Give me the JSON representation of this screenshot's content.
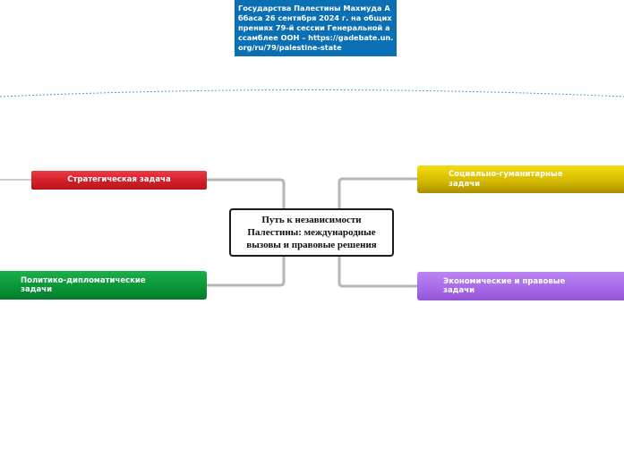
{
  "note": {
    "text": "Государства Палестины Махмуда Аббаса 26 сентября 2024 г. на общих прениях 79-й сессии Генеральной ассамблее ООН – https://gadebate.un.org/ru/79/palestine-state"
  },
  "central_topic": {
    "text": "Путь к независимости Палестины: международные вызовы и правовые решения"
  },
  "branches": {
    "strategic": "Стратегическая задача",
    "social": "Социально-гуманитарные задачи",
    "political": "Политико-дипломатические задачи",
    "economic": "Экономические и правовые задачи"
  },
  "colors": {
    "note": "#0a6fb3",
    "strategic": "#d11f29",
    "social": "#d7bb00",
    "political": "#0a9638",
    "economic": "#a86be8",
    "connector": "#b5b5b5",
    "boundary": "#4a9fd8"
  }
}
